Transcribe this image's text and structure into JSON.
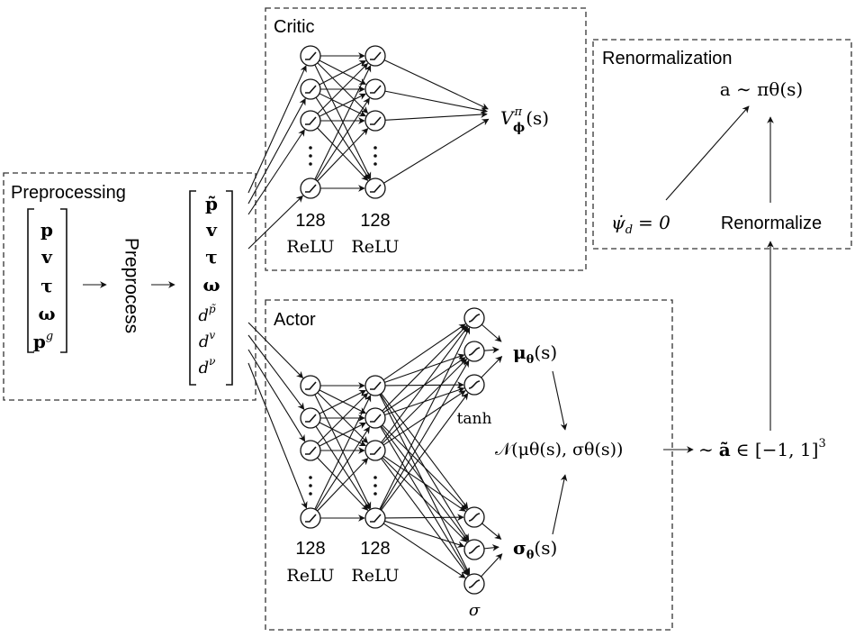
{
  "sections": {
    "preprocessing": "Preprocessing",
    "critic": "Critic",
    "actor": "Actor",
    "renormalization": "Renormalization"
  },
  "preprocessing": {
    "inputs": [
      "p",
      "v",
      "τ",
      "ω",
      "p"
    ],
    "inputs_sup": [
      "",
      "",
      "",
      "",
      "g"
    ],
    "step_label": "Preprocess",
    "outputs_bold": [
      "p̃",
      "v",
      "τ",
      "ω"
    ],
    "outputs_d": [
      "d",
      "d",
      "d"
    ],
    "outputs_d_sup": [
      "p̃",
      "v",
      "ν"
    ]
  },
  "critic": {
    "layer1_count": "128",
    "layer1_act": "ReLU",
    "layer2_count": "128",
    "layer2_act": "ReLU",
    "output_main": "V",
    "output_sub": "ϕ",
    "output_sup": "π",
    "output_arg": "(s)"
  },
  "actor": {
    "layer1_count": "128",
    "layer1_act": "ReLU",
    "layer2_count": "128",
    "layer2_act": "ReLU",
    "mu_label": "μ",
    "mu_sub": "θ",
    "mu_arg": "(s)",
    "sigma_label": "σ",
    "sigma_sub": "θ",
    "sigma_arg": "(s)",
    "tanh_label": "tanh",
    "sigmoid_label": "σ",
    "normal_text": "𝒩(μθ(s), σθ(s))"
  },
  "sample": {
    "prefix": "∼",
    "a_tilde": "ã",
    "range": "∈ [−1, 1]",
    "range_sup": "3"
  },
  "renormalization": {
    "action_text": "a ∼ πθ(s)",
    "psi_text": "ψ̇",
    "psi_sub": "d",
    "psi_value": "= 0",
    "renormalize_label": "Renormalize"
  }
}
